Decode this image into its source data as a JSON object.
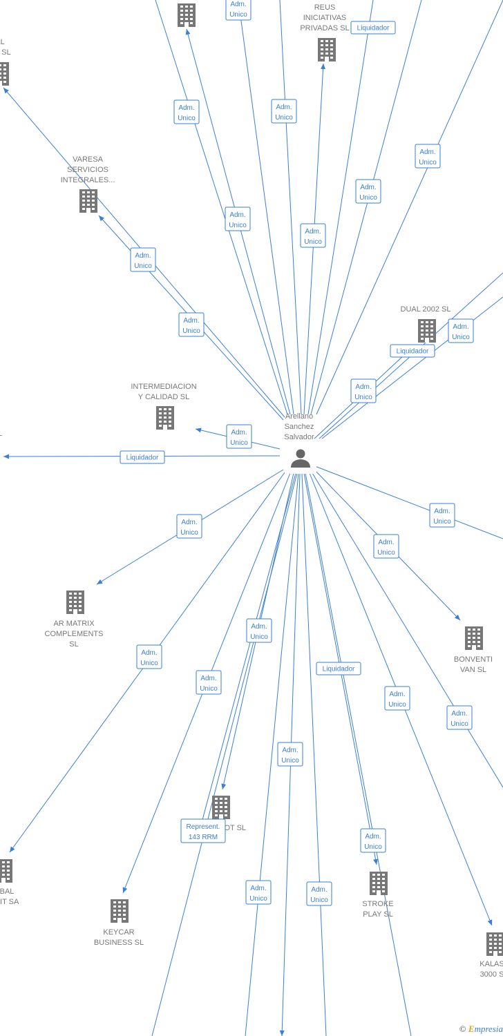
{
  "center": {
    "label": [
      "Arellano",
      "Sanchez",
      "Salvador"
    ]
  },
  "companies": [
    {
      "id": "c_top",
      "label": []
    },
    {
      "id": "reus",
      "label": [
        "REUS",
        "INICIATIVAS",
        "PRIVADAS SL"
      ]
    },
    {
      "id": "al_sl",
      "label": [
        "AL",
        "ES SL"
      ]
    },
    {
      "id": "varesa",
      "label": [
        "VARESA",
        "SERVICIOS",
        "INTEGRALES..."
      ]
    },
    {
      "id": "dual",
      "label": [
        "DUAL 2002 SL"
      ]
    },
    {
      "id": "intermed",
      "label": [
        "INTERMEDIACION",
        "Y CALIDAD SL"
      ]
    },
    {
      "id": "left_l",
      "label": [
        "L"
      ]
    },
    {
      "id": "armatrix",
      "label": [
        "AR MATRIX",
        "COMPLEMENTS",
        "SL"
      ]
    },
    {
      "id": "bonventi",
      "label": [
        "BONVENTI",
        "VAN SL"
      ]
    },
    {
      "id": "tot",
      "label": [
        "TOT SL"
      ]
    },
    {
      "id": "global",
      "label": [
        "BAL",
        "SIT SA"
      ]
    },
    {
      "id": "keycar",
      "label": [
        "KEYCAR",
        "BUSINESS SL"
      ]
    },
    {
      "id": "stroke",
      "label": [
        "STROKE",
        "PLAY SL"
      ]
    },
    {
      "id": "kalas",
      "label": [
        "KALAS",
        "3000 S"
      ]
    }
  ],
  "edge_labels": [
    [
      "Adm.",
      "Unico"
    ],
    [
      "Liquidador"
    ],
    [
      "Adm.",
      "Unico"
    ],
    [
      "Adm.",
      "Unico"
    ],
    [
      "Adm.",
      "Unico"
    ],
    [
      "Adm.",
      "Unico"
    ],
    [
      "Adm.",
      "Unico"
    ],
    [
      "Adm.",
      "Unico"
    ],
    [
      "Adm.",
      "Unico"
    ],
    [
      "Adm.",
      "Unico"
    ],
    [
      "Adm.",
      "Unico"
    ],
    [
      "Adm.",
      "Unico"
    ],
    [
      "Liquidador"
    ],
    [
      "Adm.",
      "Unico"
    ],
    [
      "Liquidador"
    ],
    [
      "Adm.",
      "Unico"
    ],
    [
      "Adm.",
      "Unico"
    ],
    [
      "Adm.",
      "Unico"
    ],
    [
      "Adm.",
      "Unico"
    ],
    [
      "Adm.",
      "Unico"
    ],
    [
      "Liquidador"
    ],
    [
      "Adm.",
      "Unico"
    ],
    [
      "Adm.",
      "Unico"
    ],
    [
      "Adm.",
      "Unico"
    ],
    [
      "Adm.",
      "Unico"
    ],
    [
      "Represent.",
      "143 RRM"
    ],
    [
      "Adm.",
      "Unico"
    ],
    [
      "Adm.",
      "Unico"
    ],
    [
      "Adm.",
      "Unico"
    ],
    [
      "Adm.",
      "Unico"
    ],
    [
      "Adm.",
      "Unico"
    ]
  ],
  "watermark": {
    "copyright": "©",
    "brand_initial": "E",
    "brand_rest": "mpresia"
  }
}
